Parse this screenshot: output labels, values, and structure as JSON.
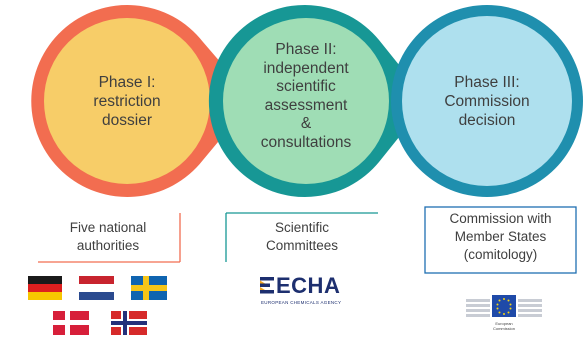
{
  "phases": [
    {
      "lines": [
        "Phase I:",
        "restriction",
        "dossier"
      ],
      "color": "#f7cd68",
      "ring": "#f26d50"
    },
    {
      "lines": [
        "Phase II:",
        "independent",
        "scientific",
        "assessment",
        "&",
        "consultations"
      ],
      "color": "#9fddb5",
      "ring": "#179795"
    },
    {
      "lines": [
        "Phase III:",
        "Commission",
        "decision"
      ],
      "color": "#aee0ee",
      "ring": "#1f8fae"
    }
  ],
  "actors": [
    {
      "lines": [
        "Five national",
        "authorities"
      ],
      "accent": "#f26d50"
    },
    {
      "lines": [
        "Scientific",
        "Committees"
      ],
      "accent": "#179795"
    },
    {
      "lines": [
        "Commission with",
        "Member States",
        "(comitology)"
      ],
      "accent": "#1f6fb2"
    }
  ],
  "flags": [
    {
      "icon": "german-flag-icon"
    },
    {
      "icon": "dutch-flag-icon"
    },
    {
      "icon": "swedish-flag-icon"
    },
    {
      "icon": "danish-flag-icon"
    },
    {
      "icon": "norwegian-flag-icon"
    }
  ],
  "echa_logo": {
    "word": "ECHA",
    "subtitle": "EUROPEAN CHEMICALS AGENCY"
  },
  "ec_logo": {
    "caption_1": "European",
    "caption_2": "Commission"
  }
}
